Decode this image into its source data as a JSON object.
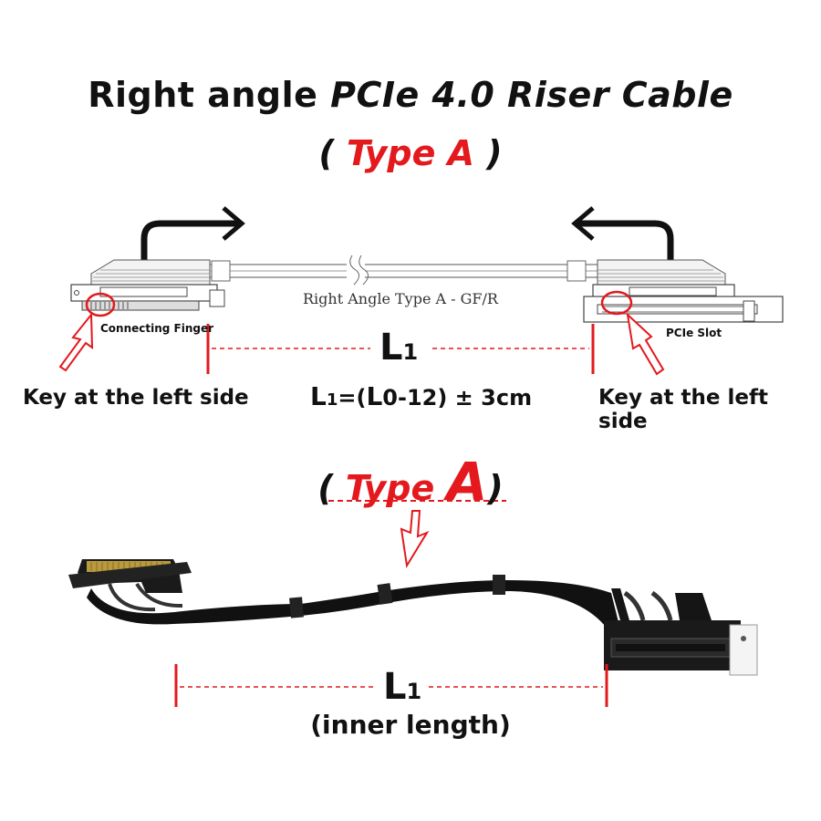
{
  "title": {
    "part1": "Right  angle  ",
    "part2": "PCIe 4.0  Riser Cable"
  },
  "type_a_top": {
    "open": "( ",
    "text": "Type  A",
    "close": " )"
  },
  "cable_label": "Right Angle Type A - GF/R",
  "connecting_finger": "Connecting Finger",
  "pcie_slot": "PCIe Slot",
  "key_left": "Key at the left side",
  "key_right": "Key at the left side",
  "l1_top": {
    "L": "L",
    "sub": "1"
  },
  "formula": {
    "a": "L",
    "b": "1",
    "c": "=(",
    "d": "L",
    "e": "0-12) ± 3cm"
  },
  "type_a_bottom": {
    "open": "( ",
    "type": "Type  ",
    "letter": "A",
    "close": ")"
  },
  "l1_bottom": {
    "L": "L",
    "sub": "1"
  },
  "inner_length": "(inner length)",
  "colors": {
    "accent": "#e3191e",
    "text": "#111111"
  }
}
